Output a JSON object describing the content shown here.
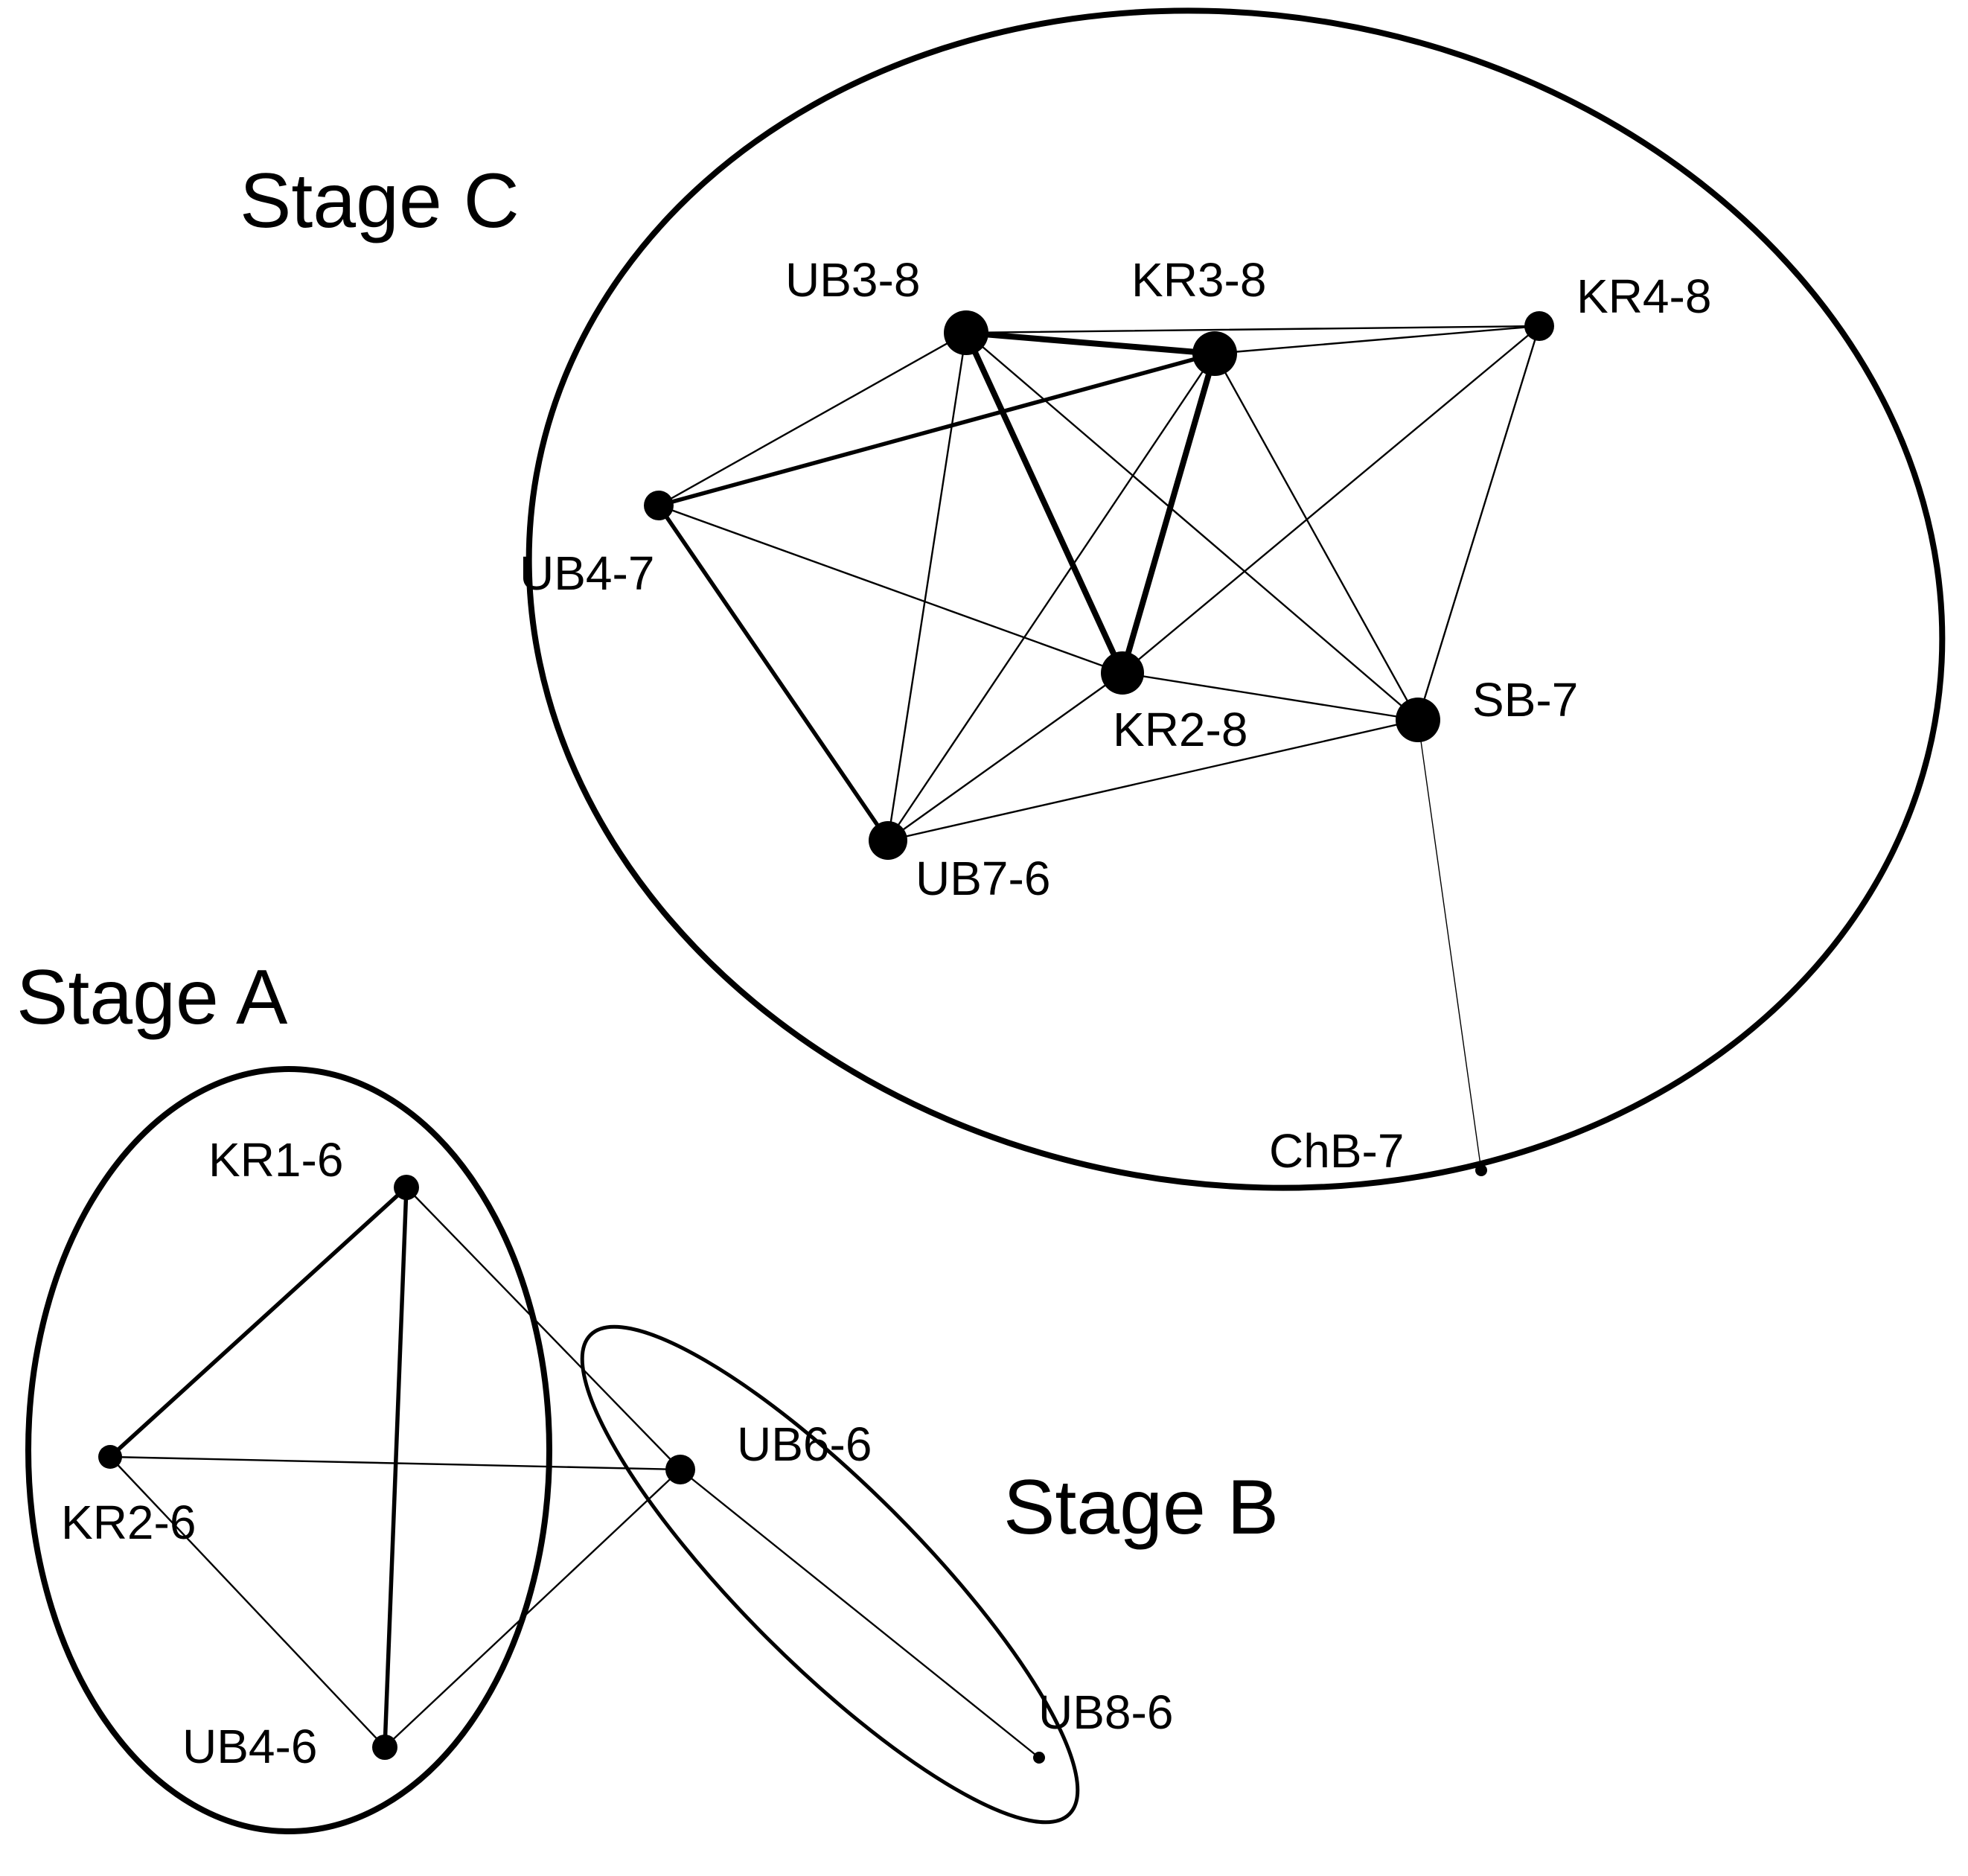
{
  "stages": [
    {
      "id": "A",
      "label": "Stage A"
    },
    {
      "id": "B",
      "label": "Stage B"
    },
    {
      "id": "C",
      "label": "Stage C"
    }
  ],
  "nodes": [
    {
      "id": "UB3-8",
      "label": "UB3-8",
      "stage": "C"
    },
    {
      "id": "KR3-8",
      "label": "KR3-8",
      "stage": "C"
    },
    {
      "id": "KR4-8",
      "label": "KR4-8",
      "stage": "C"
    },
    {
      "id": "UB4-7",
      "label": "UB4-7",
      "stage": "C"
    },
    {
      "id": "KR2-8",
      "label": "KR2-8",
      "stage": "C"
    },
    {
      "id": "SB-7",
      "label": "SB-7",
      "stage": "C"
    },
    {
      "id": "UB7-6",
      "label": "UB7-6",
      "stage": "C"
    },
    {
      "id": "ChB-7",
      "label": "ChB-7",
      "stage": "C"
    },
    {
      "id": "KR1-6",
      "label": "KR1-6",
      "stage": "A"
    },
    {
      "id": "KR2-6",
      "label": "KR2-6",
      "stage": "A"
    },
    {
      "id": "UB4-6",
      "label": "UB4-6",
      "stage": "A"
    },
    {
      "id": "UB6-6",
      "label": "UB6-6",
      "stage": "B"
    },
    {
      "id": "UB8-6",
      "label": "UB8-6",
      "stage": "B"
    }
  ],
  "edges": [
    {
      "from": "UB3-8",
      "to": "KR3-8",
      "weight": "strong"
    },
    {
      "from": "UB3-8",
      "to": "KR4-8",
      "weight": "weak"
    },
    {
      "from": "UB3-8",
      "to": "UB4-7",
      "weight": "weak"
    },
    {
      "from": "UB3-8",
      "to": "KR2-8",
      "weight": "strong"
    },
    {
      "from": "UB3-8",
      "to": "SB-7",
      "weight": "weak"
    },
    {
      "from": "UB3-8",
      "to": "UB7-6",
      "weight": "weak"
    },
    {
      "from": "KR3-8",
      "to": "KR4-8",
      "weight": "weak"
    },
    {
      "from": "KR3-8",
      "to": "UB4-7",
      "weight": "medium"
    },
    {
      "from": "KR3-8",
      "to": "KR2-8",
      "weight": "strong"
    },
    {
      "from": "KR3-8",
      "to": "SB-7",
      "weight": "weak"
    },
    {
      "from": "KR3-8",
      "to": "UB7-6",
      "weight": "weak"
    },
    {
      "from": "KR4-8",
      "to": "KR2-8",
      "weight": "weak"
    },
    {
      "from": "KR4-8",
      "to": "SB-7",
      "weight": "weak"
    },
    {
      "from": "UB4-7",
      "to": "KR2-8",
      "weight": "weak"
    },
    {
      "from": "UB4-7",
      "to": "UB7-6",
      "weight": "medium"
    },
    {
      "from": "KR2-8",
      "to": "SB-7",
      "weight": "weak"
    },
    {
      "from": "KR2-8",
      "to": "UB7-6",
      "weight": "weak"
    },
    {
      "from": "SB-7",
      "to": "UB7-6",
      "weight": "weak"
    },
    {
      "from": "SB-7",
      "to": "ChB-7",
      "weight": "faint"
    },
    {
      "from": "KR1-6",
      "to": "KR2-6",
      "weight": "medium"
    },
    {
      "from": "KR1-6",
      "to": "UB4-6",
      "weight": "medium"
    },
    {
      "from": "KR1-6",
      "to": "UB6-6",
      "weight": "weak"
    },
    {
      "from": "KR2-6",
      "to": "UB6-6",
      "weight": "weak"
    },
    {
      "from": "KR2-6",
      "to": "UB4-6",
      "weight": "weak"
    },
    {
      "from": "UB4-6",
      "to": "UB6-6",
      "weight": "weak"
    },
    {
      "from": "UB6-6",
      "to": "UB8-6",
      "weight": "weak"
    }
  ]
}
